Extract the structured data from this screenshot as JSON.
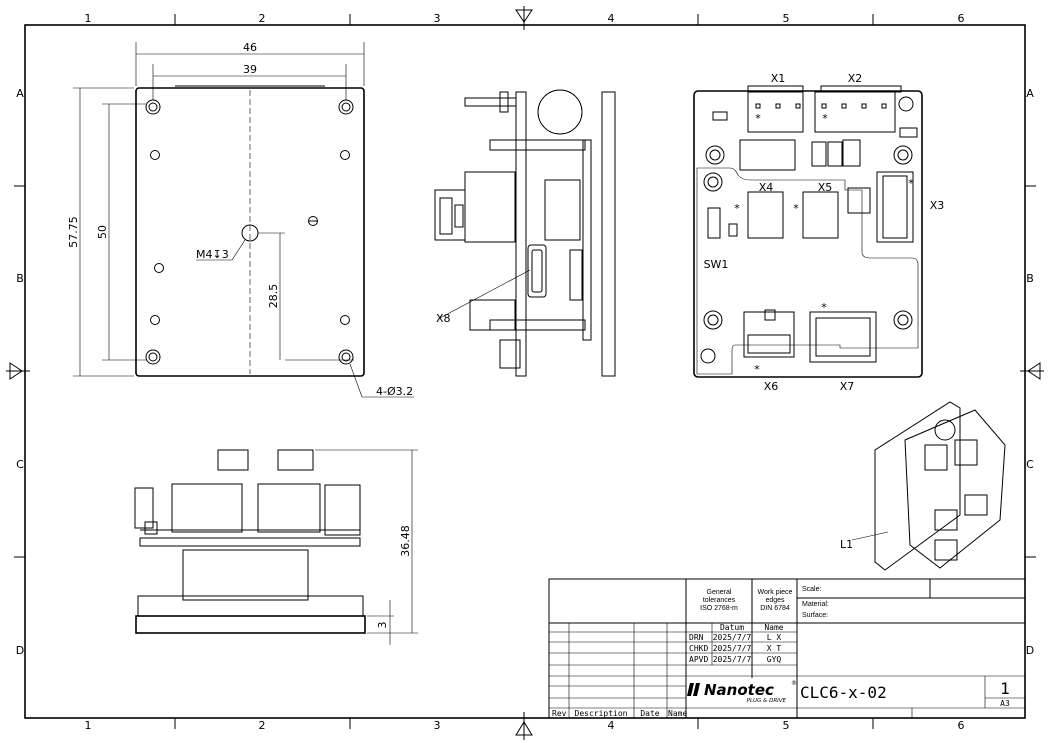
{
  "frame": {
    "columns": [
      "1",
      "2",
      "3",
      "4",
      "5",
      "6"
    ],
    "rows": [
      "A",
      "B",
      "C",
      "D"
    ]
  },
  "front_view": {
    "dims": {
      "width_outer": "46",
      "width_inner": "39",
      "height_outer": "57.75",
      "height_inner": "50",
      "hole_y": "28.5"
    },
    "thread_label": "M4↧3",
    "hole_label": "4-Ø3.2"
  },
  "side_view": {
    "connector_label": "X8"
  },
  "top_view": {
    "connectors": [
      "X1",
      "X2",
      "X3",
      "X4",
      "X5",
      "X6",
      "X7"
    ],
    "switch_label": "SW1",
    "pin1_marker": "*"
  },
  "bottom_view": {
    "dims": {
      "height": "36.48",
      "base": "3"
    }
  },
  "iso_view": {
    "inductor_label": "L1"
  },
  "title_block": {
    "general_tolerances": [
      "General",
      "tolerances",
      "ISO 2768-m"
    ],
    "work_piece_edges": [
      "Work piece",
      "edges",
      "DIN 6784"
    ],
    "scale_label": "Scale:",
    "material_label": "Material:",
    "surface_label": "Surface:",
    "datum_header": "Datum",
    "name_header": "Name",
    "approvals": [
      {
        "role": "DRN",
        "date": "2025/7/7",
        "name": "L X"
      },
      {
        "role": "CHKD",
        "date": "2025/7/7",
        "name": "X T"
      },
      {
        "role": "APVD",
        "date": "2025/7/7",
        "name": "GYQ"
      }
    ],
    "rev_headers": [
      "Rev",
      "Description",
      "Date",
      "Name"
    ],
    "logo_text": "Nanotec",
    "logo_tagline": "PLUG & DRIVE",
    "logo_registered": "®",
    "drawing_number": "CLC6-x-02",
    "sheet": "1",
    "format": "A3"
  }
}
